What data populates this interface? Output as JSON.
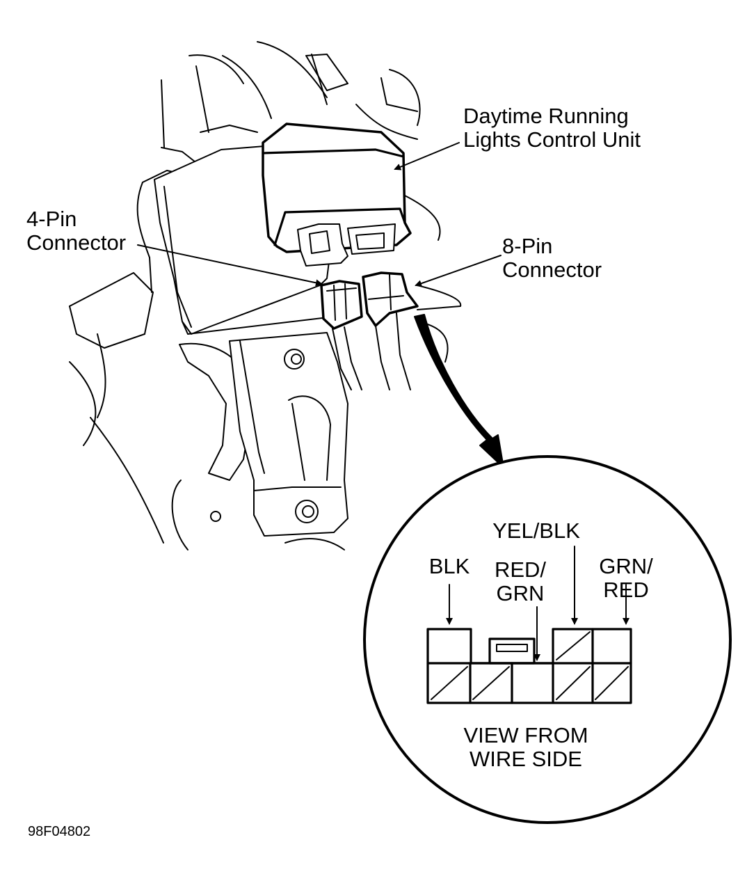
{
  "labels": {
    "control_unit": [
      "Daytime Running",
      "Lights Control Unit"
    ],
    "four_pin": [
      "4-Pin",
      "Connector"
    ],
    "eight_pin": [
      "8-Pin",
      "Connector"
    ]
  },
  "detail_view": {
    "wires": {
      "blk": [
        "BLK"
      ],
      "yel_blk": [
        "YEL/BLK"
      ],
      "red_grn": [
        "RED/",
        "GRN"
      ],
      "grn_red": [
        "GRN/",
        "RED"
      ]
    },
    "caption": [
      "VIEW FROM",
      "WIRE SIDE"
    ]
  },
  "figure_id": "98F04802"
}
